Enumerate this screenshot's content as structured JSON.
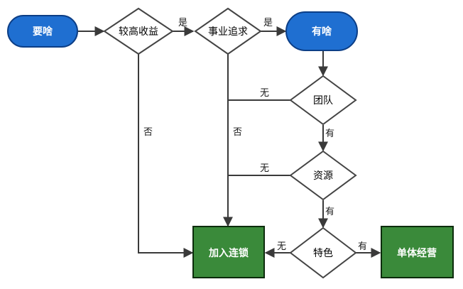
{
  "nodes": {
    "want": "要啥",
    "high_income": "较高收益",
    "career": "事业追求",
    "have": "有啥",
    "team": "团队",
    "resource": "资源",
    "feature": "特色",
    "franchise": "加入连锁",
    "solo": "单体经营"
  },
  "edges": {
    "high_yes": "是",
    "career_yes": "是",
    "high_no": "否",
    "career_no": "否",
    "team_none": "无",
    "team_have": "有",
    "res_none": "无",
    "res_have": "有",
    "feat_none": "无",
    "feat_have": "有"
  },
  "colors": {
    "terminal_fill": "#1f6fd1",
    "terminal_stroke": "#0c3e86",
    "outcome_fill": "#3a8a3a",
    "outcome_stroke": "#0c2c0c",
    "decision_stroke": "#444444",
    "line": "#3a3a3a"
  }
}
